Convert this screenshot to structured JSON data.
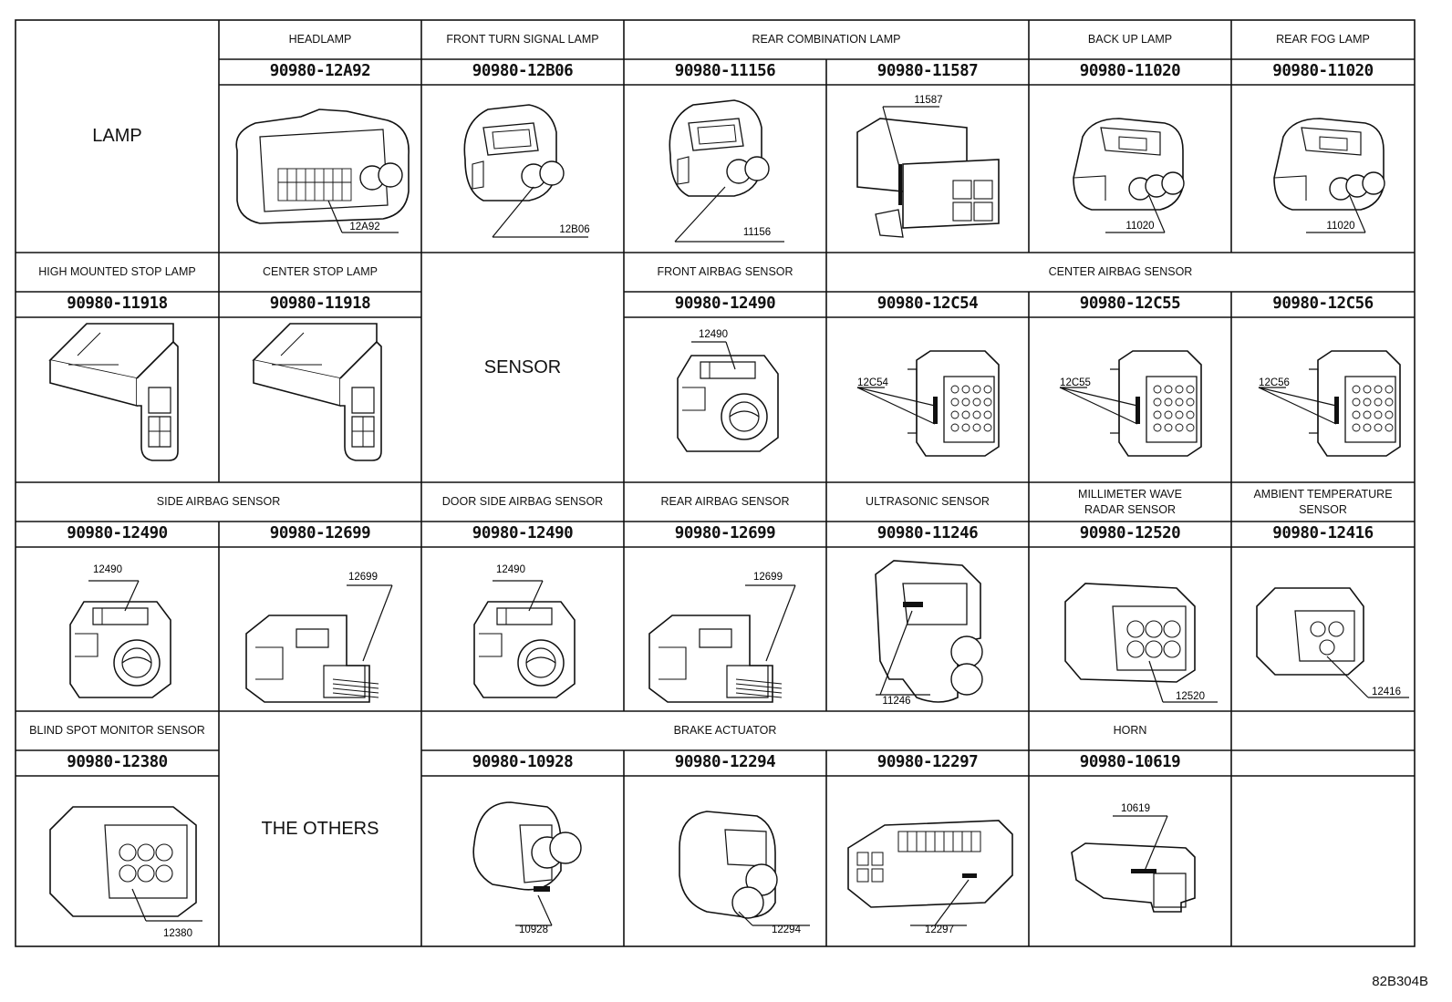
{
  "categories": {
    "lamp": "LAMP",
    "sensor": "SENSOR",
    "others": "THE OTHERS"
  },
  "row1": {
    "headlamp": {
      "label": "HEADLAMP",
      "parts": [
        {
          "number": "90980-12A92",
          "callout": "12A92"
        }
      ]
    },
    "front_turn": {
      "label": "FRONT TURN SIGNAL LAMP",
      "parts": [
        {
          "number": "90980-12B06",
          "callout": "12B06"
        }
      ]
    },
    "rear_combination": {
      "label": "REAR COMBINATION LAMP",
      "parts": [
        {
          "number": "90980-11156",
          "callout": "11156"
        },
        {
          "number": "90980-11587",
          "callout": "11587"
        }
      ]
    },
    "back_up": {
      "label": "BACK UP LAMP",
      "parts": [
        {
          "number": "90980-11020",
          "callout": "11020"
        }
      ]
    },
    "rear_fog": {
      "label": "REAR FOG LAMP",
      "parts": [
        {
          "number": "90980-11020",
          "callout": "11020"
        }
      ]
    }
  },
  "row2": {
    "high_mounted": {
      "label": "HIGH MOUNTED STOP LAMP",
      "parts": [
        {
          "number": "90980-11918"
        }
      ]
    },
    "center_stop": {
      "label": "CENTER STOP LAMP",
      "parts": [
        {
          "number": "90980-11918"
        }
      ]
    },
    "front_airbag": {
      "label": "FRONT AIRBAG SENSOR",
      "parts": [
        {
          "number": "90980-12490",
          "callout": "12490"
        }
      ]
    },
    "center_airbag": {
      "label": "CENTER AIRBAG SENSOR",
      "parts": [
        {
          "number": "90980-12C54",
          "callout": "12C54"
        },
        {
          "number": "90980-12C55",
          "callout": "12C55"
        },
        {
          "number": "90980-12C56",
          "callout": "12C56"
        }
      ]
    }
  },
  "row3": {
    "side_airbag": {
      "label": "SIDE AIRBAG SENSOR",
      "parts": [
        {
          "number": "90980-12490",
          "callout": "12490"
        },
        {
          "number": "90980-12699",
          "callout": "12699"
        }
      ]
    },
    "door_side_airbag": {
      "label": "DOOR SIDE AIRBAG SENSOR",
      "parts": [
        {
          "number": "90980-12490",
          "callout": "12490"
        }
      ]
    },
    "rear_airbag": {
      "label": "REAR AIRBAG SENSOR",
      "parts": [
        {
          "number": "90980-12699",
          "callout": "12699"
        }
      ]
    },
    "ultrasonic": {
      "label": "ULTRASONIC SENSOR",
      "parts": [
        {
          "number": "90980-11246",
          "callout": "11246"
        }
      ]
    },
    "millimeter_wave": {
      "label": "MILLIMETER WAVE\nRADAR SENSOR",
      "parts": [
        {
          "number": "90980-12520",
          "callout": "12520"
        }
      ]
    },
    "ambient_temp": {
      "label": "AMBIENT TEMPERATURE\nSENSOR",
      "parts": [
        {
          "number": "90980-12416",
          "callout": "12416"
        }
      ]
    }
  },
  "row4": {
    "blind_spot": {
      "label": "BLIND SPOT MONITOR SENSOR",
      "parts": [
        {
          "number": "90980-12380",
          "callout": "12380"
        }
      ]
    },
    "brake_actuator": {
      "label": "BRAKE ACTUATOR",
      "parts": [
        {
          "number": "90980-10928",
          "callout": "10928"
        },
        {
          "number": "90980-12294",
          "callout": "12294"
        },
        {
          "number": "90980-12297",
          "callout": "12297"
        }
      ]
    },
    "horn": {
      "label": "HORN",
      "parts": [
        {
          "number": "90980-10619",
          "callout": "10619"
        }
      ]
    }
  },
  "drawing_code": "82B304B",
  "colors": {
    "ink": "#111111",
    "paper": "#ffffff"
  }
}
